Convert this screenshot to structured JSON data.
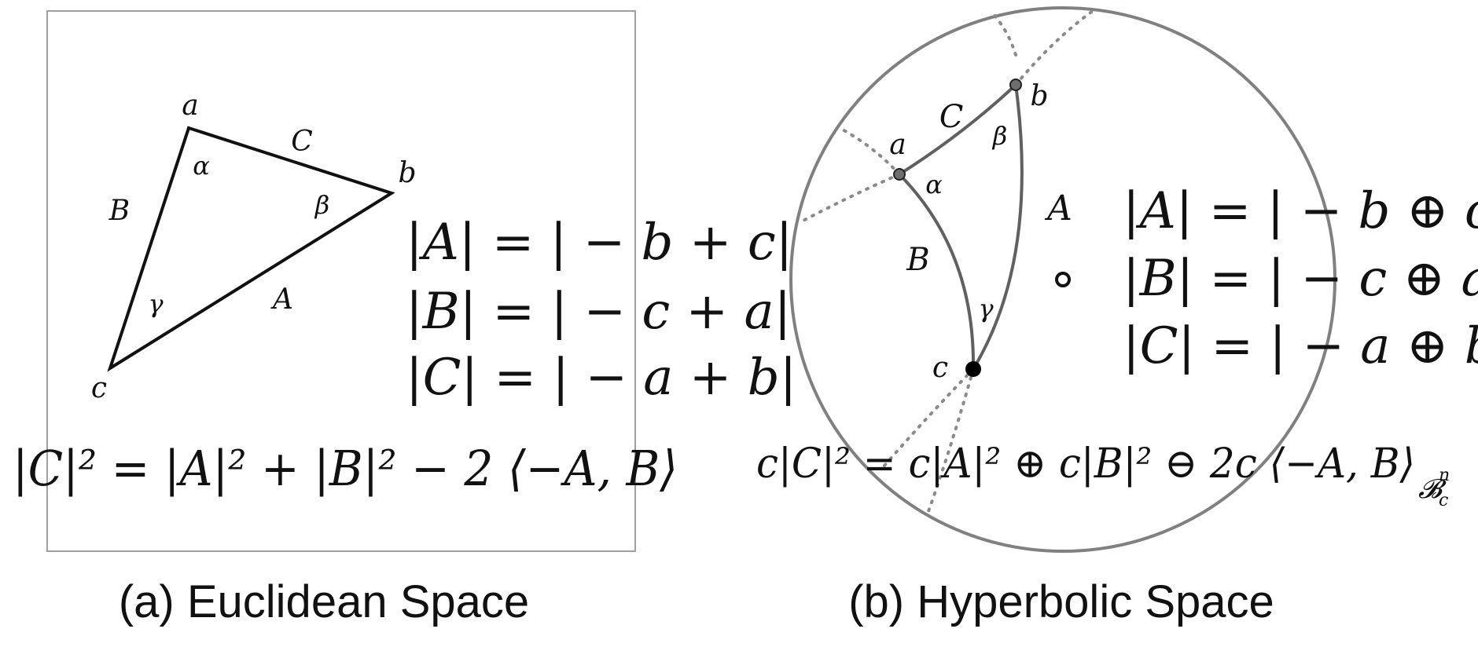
{
  "panel_a": {
    "vertices": {
      "a": "a",
      "b": "b",
      "c": "c"
    },
    "sides": {
      "A": "A",
      "B": "B",
      "C": "C"
    },
    "angles": {
      "alpha": "α",
      "beta": "β",
      "gamma": "γ"
    },
    "equations": [
      "|A| = | − b + c|",
      "|B| = | − c + a|",
      "|C| = | − a + b|"
    ],
    "law_of_cosines": "|C|² = |A|² + |B|² − 2 ⟨−A, B⟩",
    "caption": "(a) Euclidean Space"
  },
  "panel_b": {
    "vertices": {
      "a": "a",
      "b": "b",
      "c": "c"
    },
    "sides": {
      "A": "A",
      "B": "B",
      "C": "C"
    },
    "angles": {
      "alpha": "α",
      "beta": "β",
      "gamma": "γ"
    },
    "center_marker": "o",
    "equations": [
      "|A| = | − b ⊕ c|",
      "|B| = | − c ⊕ a|",
      "|C| = | − a ⊕ b|"
    ],
    "law_of_cosines": "c|C|² = c|A|² ⊕ c|B|² ⊖ 2c ⟨−A, B⟩",
    "law_subscript": "𝓑",
    "law_subscript_sub": "c",
    "law_subscript_sup": "n",
    "caption": "(b) Hyperbolic Space"
  },
  "colors": {
    "frame": "#a0a0a0",
    "disk": "#808080",
    "geodesic": "#606060",
    "dotted": "#8a8a8a",
    "vertex_fill": "#6e6e6e",
    "ink": "#111111"
  }
}
